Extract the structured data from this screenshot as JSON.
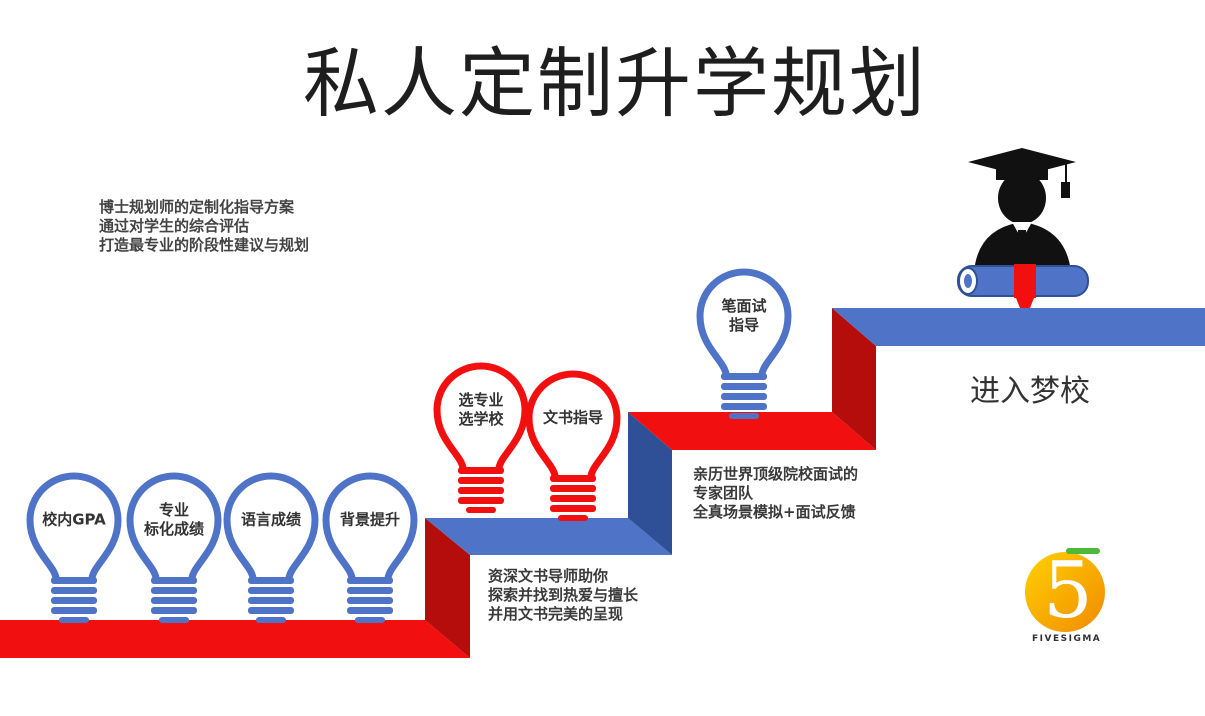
{
  "title": "私人定制升学规划",
  "intro": [
    "博士规划师的定制化指导方案",
    "通过对学生的综合评估",
    "打造最专业的阶段性建议与规划"
  ],
  "bulbs": [
    {
      "label": [
        "校内GPA"
      ],
      "color": "#4f73c6"
    },
    {
      "label": [
        "专业",
        "标化成绩"
      ],
      "color": "#4f73c6"
    },
    {
      "label": [
        "语言成绩"
      ],
      "color": "#4f73c6"
    },
    {
      "label": [
        "背景提升"
      ],
      "color": "#4f73c6"
    },
    {
      "label": [
        "选专业",
        "选学校"
      ],
      "color": "#f20f0f"
    },
    {
      "label": [
        "文书指导"
      ],
      "color": "#f20f0f"
    },
    {
      "label": [
        "笔面试",
        "指导"
      ],
      "color": "#4f73c6"
    }
  ],
  "step2_desc": [
    "资深文书导师助你",
    "探索并找到热爱与擅长",
    "并用文书完美的呈现"
  ],
  "step3_desc": [
    "亲历世界顶级院校面试的",
    "专家团队",
    "全真场景模拟+面试反馈"
  ],
  "goal": "进入梦校",
  "brand": "FIVESIGMA",
  "logo_glyph": "5",
  "icons": [
    "lightbulb-icon",
    "graduate-icon",
    "fivesigma-logo-icon"
  ],
  "colors": {
    "red": "#f20f0f",
    "dark_red": "#b50c0c",
    "blue": "#4f73c6",
    "dark_blue": "#2f4f96",
    "orange": "#f5a800"
  }
}
